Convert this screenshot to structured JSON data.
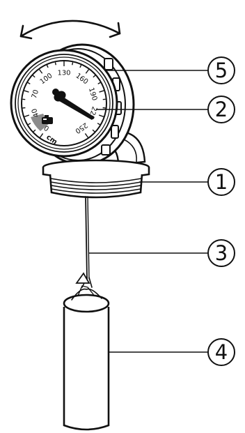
{
  "dial": {
    "scale_labels": [
      "0",
      "40",
      "70",
      "100",
      "130",
      "160",
      "190",
      "220",
      "250"
    ],
    "unit": "cm"
  },
  "callouts": [
    "1",
    "2",
    "3",
    "4",
    "5"
  ],
  "colors": {
    "ink": "#111111",
    "background": "#ffffff",
    "dial_face": "#ffffff",
    "warning_band": "#8c8c8c"
  },
  "icons": {
    "rotation_arrow": "double-headed-curved-arrow",
    "fuel_indicator": "fuel-tank-icon"
  }
}
